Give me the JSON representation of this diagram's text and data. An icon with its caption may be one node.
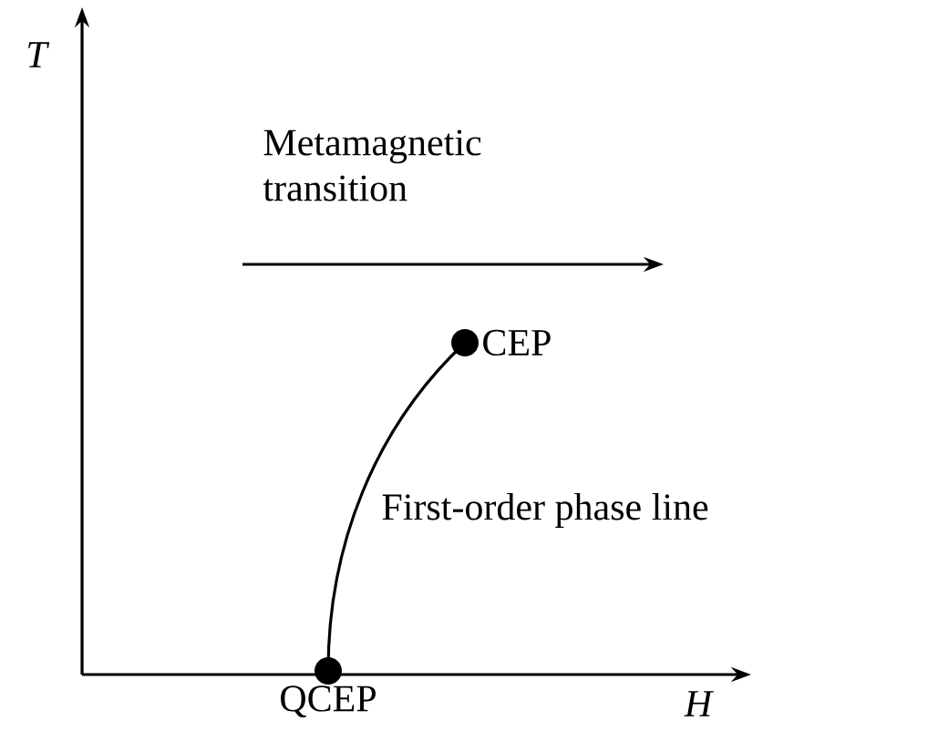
{
  "diagram": {
    "nodes": [
      {
        "text": [],
        "shape": "circle",
        "beside": [
          "CEP"
        ]
      },
      {
        "text": [],
        "shape": "circle",
        "beside": [
          "QCEP"
        ]
      }
    ],
    "edges": [
      {
        "from": 1,
        "to": 0,
        "arrow": "none",
        "label": "First-order phase line"
      }
    ],
    "labels": [
      "T",
      "Metamagnetic transition",
      "H"
    ]
  }
}
